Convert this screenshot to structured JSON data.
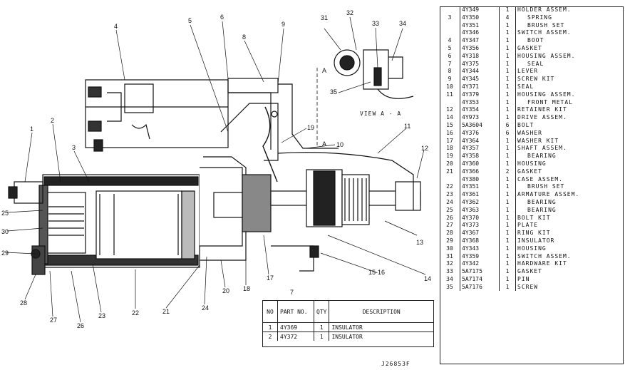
{
  "callouts": [
    "1",
    "2",
    "3",
    "4",
    "5",
    "6",
    "7",
    "8",
    "9",
    "10",
    "11",
    "12",
    "13",
    "14",
    "15-16",
    "17",
    "18",
    "19",
    "20",
    "21",
    "22",
    "23",
    "24",
    "25",
    "26",
    "27",
    "28",
    "29",
    "30",
    "31",
    "32",
    "33",
    "34",
    "35"
  ],
  "view_label": "VIEW A - A",
  "section_marks": [
    "A",
    "A"
  ],
  "drawing_number": "J26853F",
  "parts": [
    {
      "ref": "",
      "pn": "4Y349",
      "qty": "1",
      "desc": "HOLDER ASSEM.",
      "sub": false
    },
    {
      "ref": "3",
      "pn": "4Y350",
      "qty": "4",
      "desc": "SPRING",
      "sub": true
    },
    {
      "ref": "",
      "pn": "4Y351",
      "qty": "1",
      "desc": "BRUSH SET",
      "sub": true
    },
    {
      "ref": "",
      "pn": "4Y346",
      "qty": "1",
      "desc": "SWITCH ASSEM.",
      "sub": false
    },
    {
      "ref": "4",
      "pn": "4Y347",
      "qty": "1",
      "desc": "BOOT",
      "sub": true
    },
    {
      "ref": "5",
      "pn": "4Y356",
      "qty": "1",
      "desc": "GASKET",
      "sub": false
    },
    {
      "ref": "6",
      "pn": "4Y318",
      "qty": "1",
      "desc": "HOUSING ASSEM.",
      "sub": false
    },
    {
      "ref": "7",
      "pn": "4Y375",
      "qty": "1",
      "desc": "SEAL",
      "sub": true
    },
    {
      "ref": "8",
      "pn": "4Y344",
      "qty": "1",
      "desc": "LEVER",
      "sub": false
    },
    {
      "ref": "9",
      "pn": "4Y345",
      "qty": "1",
      "desc": "SCREW KIT",
      "sub": false
    },
    {
      "ref": "10",
      "pn": "4Y371",
      "qty": "1",
      "desc": "SEAL",
      "sub": false
    },
    {
      "ref": "11",
      "pn": "4Y379",
      "qty": "1",
      "desc": "HOUSING ASSEM.",
      "sub": false
    },
    {
      "ref": "",
      "pn": "4Y353",
      "qty": "1",
      "desc": "FRONT METAL",
      "sub": true
    },
    {
      "ref": "12",
      "pn": "4Y354",
      "qty": "1",
      "desc": "RETAINER KIT",
      "sub": false
    },
    {
      "ref": "14",
      "pn": "4Y973",
      "qty": "1",
      "desc": "DRIVE ASSEM.",
      "sub": false
    },
    {
      "ref": "15",
      "pn": "5A3604",
      "qty": "6",
      "desc": "BOLT",
      "sub": false
    },
    {
      "ref": "16",
      "pn": "4Y376",
      "qty": "6",
      "desc": "WASHER",
      "sub": false
    },
    {
      "ref": "17",
      "pn": "4Y364",
      "qty": "1",
      "desc": "WASHER KIT",
      "sub": false
    },
    {
      "ref": "18",
      "pn": "4Y357",
      "qty": "1",
      "desc": "SHAFT ASSEM.",
      "sub": false
    },
    {
      "ref": "19",
      "pn": "4Y358",
      "qty": "1",
      "desc": "BEARING",
      "sub": true
    },
    {
      "ref": "20",
      "pn": "4Y360",
      "qty": "1",
      "desc": "HOUSING",
      "sub": false
    },
    {
      "ref": "21",
      "pn": "4Y366",
      "qty": "2",
      "desc": "GASKET",
      "sub": false
    },
    {
      "ref": "",
      "pn": "4Y380",
      "qty": "1",
      "desc": "CASE ASSEM.",
      "sub": false
    },
    {
      "ref": "22",
      "pn": "4Y351",
      "qty": "1",
      "desc": "BRUSH SET",
      "sub": true
    },
    {
      "ref": "23",
      "pn": "4Y361",
      "qty": "1",
      "desc": "ARMATURE ASSEM.",
      "sub": false
    },
    {
      "ref": "24",
      "pn": "4Y362",
      "qty": "1",
      "desc": "BEARING",
      "sub": true
    },
    {
      "ref": "25",
      "pn": "4Y363",
      "qty": "1",
      "desc": "BEARING",
      "sub": true
    },
    {
      "ref": "26",
      "pn": "4Y370",
      "qty": "1",
      "desc": "BOLT KIT",
      "sub": false
    },
    {
      "ref": "27",
      "pn": "4Y373",
      "qty": "1",
      "desc": "PLATE",
      "sub": false
    },
    {
      "ref": "28",
      "pn": "4Y367",
      "qty": "1",
      "desc": "RING KIT",
      "sub": false
    },
    {
      "ref": "29",
      "pn": "4Y368",
      "qty": "1",
      "desc": "INSULATOR",
      "sub": false
    },
    {
      "ref": "30",
      "pn": "4Y343",
      "qty": "1",
      "desc": "HOUSING",
      "sub": false
    },
    {
      "ref": "31",
      "pn": "4Y359",
      "qty": "1",
      "desc": "SWITCH ASSEM.",
      "sub": false
    },
    {
      "ref": "32",
      "pn": "4Y342",
      "qty": "1",
      "desc": "HARDWARE KIT",
      "sub": false
    },
    {
      "ref": "33",
      "pn": "5A7175",
      "qty": "1",
      "desc": "GASKET",
      "sub": false
    },
    {
      "ref": "34",
      "pn": "5A7174",
      "qty": "1",
      "desc": "PIN",
      "sub": false
    },
    {
      "ref": "35",
      "pn": "5A7176",
      "qty": "1",
      "desc": "SCREW",
      "sub": false
    }
  ],
  "notes": {
    "headers": {
      "no": "NO",
      "part_no": "PART NO.",
      "qty": "QTY",
      "description": "DESCRIPTION"
    },
    "rows": [
      {
        "no": "1",
        "pn": "4Y369",
        "qty": "1",
        "desc": "INSULATOR"
      },
      {
        "no": "2",
        "pn": "4Y372",
        "qty": "1",
        "desc": "INSULATOR"
      }
    ]
  }
}
